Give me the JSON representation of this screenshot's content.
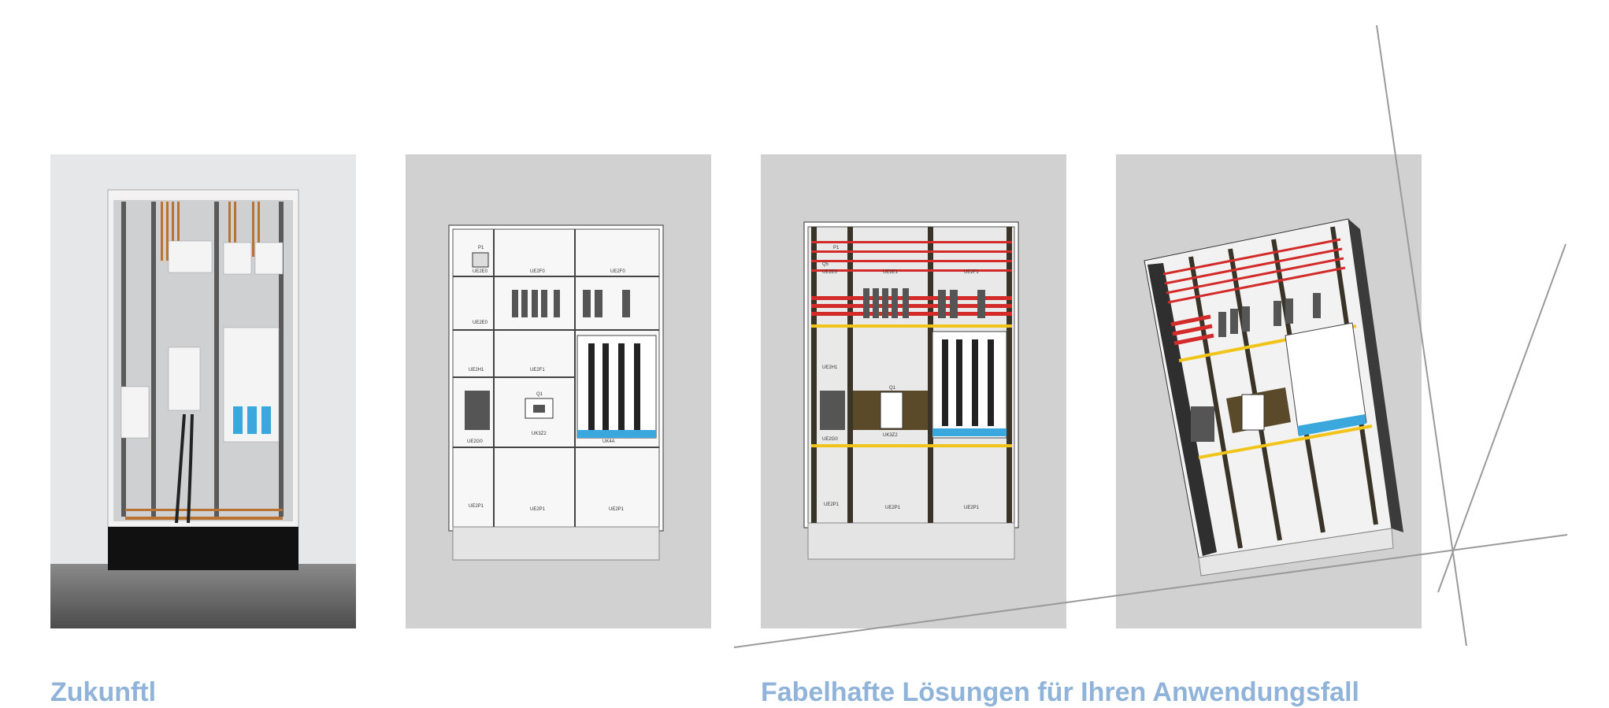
{
  "colors": {
    "panel_bg": "#d1d1d1",
    "photo_bg": "#e6e7e9",
    "busbar_red": "#d32a2a",
    "busbar_yellow": "#f0c419",
    "busbar_blue": "#3aa8dc",
    "copper": "#b87333",
    "frame_dark": "#3a3428",
    "footer_text": "#8fb3d9"
  },
  "panels": [
    {
      "name": "photo",
      "icon": "electrical-cabinet-photo"
    },
    {
      "name": "front-view-drawing",
      "icon": "cabinet-front-drawing",
      "labels": {
        "p1": "P1",
        "ue2e0": "UE2E0",
        "ue2f0a": "UE2F0",
        "ue2f0b": "UE2F0",
        "ue2f0c": "UE2E0",
        "ue2h1": "UE2H1",
        "ue2f1": "UE2F1",
        "q1": "Q1",
        "uk3z2": "UK3Z2",
        "ue2g0": "UE2G0",
        "ue2p1a": "UE2P1",
        "ue2p1b": "UE2P1",
        "ue2p1c": "UE2P1",
        "uk4a": "UK4A"
      }
    },
    {
      "name": "busbar-view-drawing",
      "icon": "cabinet-busbar-drawing",
      "labels": {
        "p1": "P1",
        "q5": "Q5",
        "ue2e0": "UE2E0",
        "ue2e1": "UE2E1",
        "ue2f1": "UE2F1",
        "ue2h1": "UE2H1",
        "q1": "Q1",
        "uk3z2": "UK3Z2",
        "ue2g0": "UE2G0",
        "ue2p1a": "UE2P1",
        "ue2p1b": "UE2P1",
        "ue2p1c": "UE2P1"
      }
    },
    {
      "name": "perspective-3d-drawing",
      "icon": "cabinet-3d-drawing"
    }
  ],
  "footer": {
    "left": "Zukunftl",
    "right": "Fabelhafte Lösungen für Ihren Anwendungsfall"
  }
}
